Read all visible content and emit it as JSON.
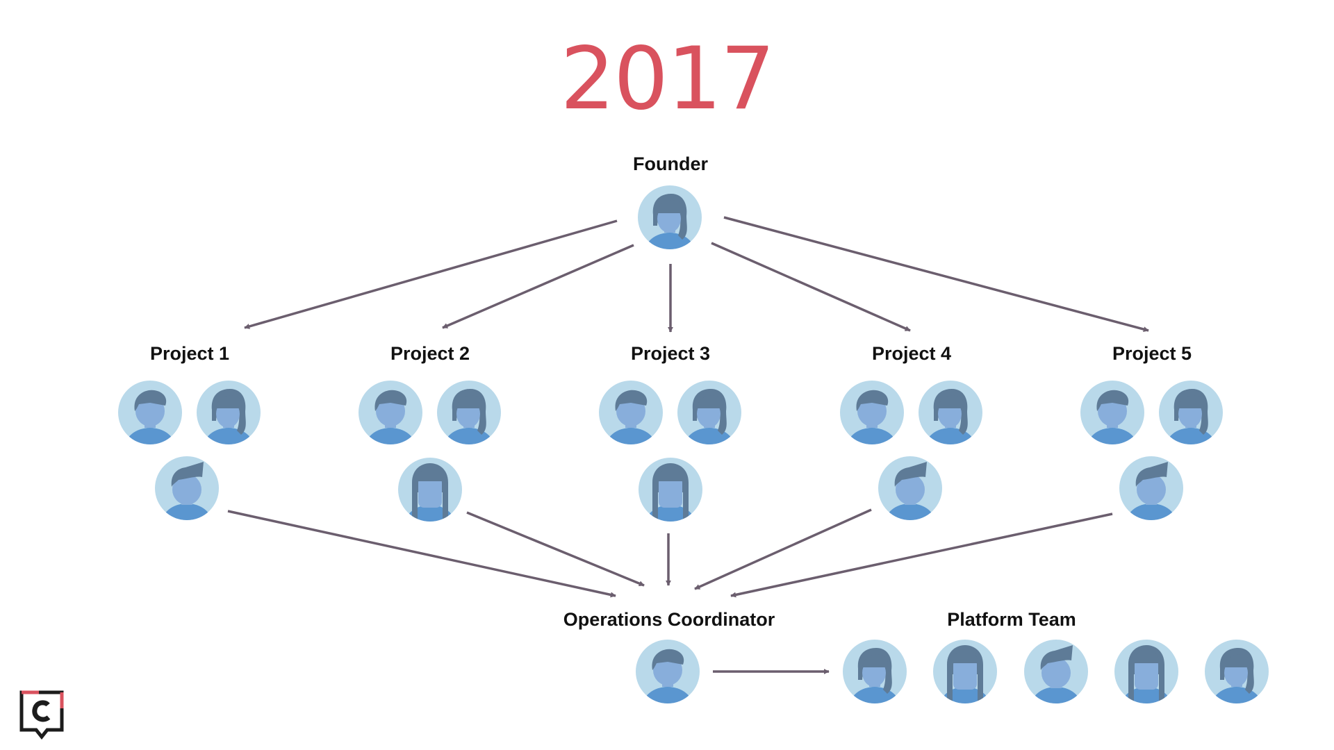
{
  "header": {
    "year": "2017"
  },
  "founder": {
    "label": "Founder"
  },
  "projects": [
    {
      "label": "Project 1"
    },
    {
      "label": "Project 2"
    },
    {
      "label": "Project 3"
    },
    {
      "label": "Project 4"
    },
    {
      "label": "Project 5"
    }
  ],
  "operations": {
    "label": "Operations Coordinator"
  },
  "platform": {
    "label": "Platform Team"
  },
  "colors": {
    "year": "#d9525e",
    "avatar_bg": "#b9d9ea",
    "avatar_body": "#5a96d0",
    "avatar_face": "#88aedb",
    "avatar_hair": "#5e7b97",
    "arrow": "#6b5e6e",
    "logo_accent": "#d9525e"
  },
  "icons": {
    "avatar": "person-avatar-icon",
    "logo": "brand-logo-icon"
  }
}
